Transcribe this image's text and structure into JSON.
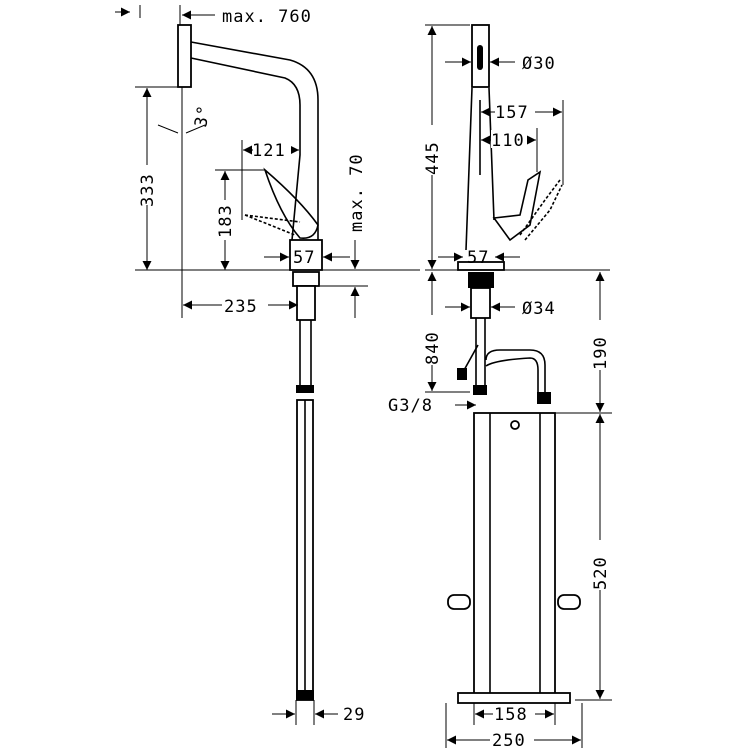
{
  "drawing": {
    "side_view": {
      "reach_max": "max. 760",
      "angle": "3°",
      "height_spout": "333",
      "lever_reach": "121",
      "lever_height": "183",
      "deck_thickness_max": "max. 70",
      "base_diameter": "57",
      "projection": "235",
      "hose_diameter": "29"
    },
    "front_view": {
      "total_height": "445",
      "spray_diameter": "Ø30",
      "spray_reach": "157",
      "lever_reach": "110",
      "base_diameter": "57",
      "hose_length": "840",
      "shank_diameter": "Ø34",
      "connection_height": "190",
      "thread": "G3/8",
      "box_height": "520",
      "box_width": "158",
      "feet_width": "250"
    }
  }
}
